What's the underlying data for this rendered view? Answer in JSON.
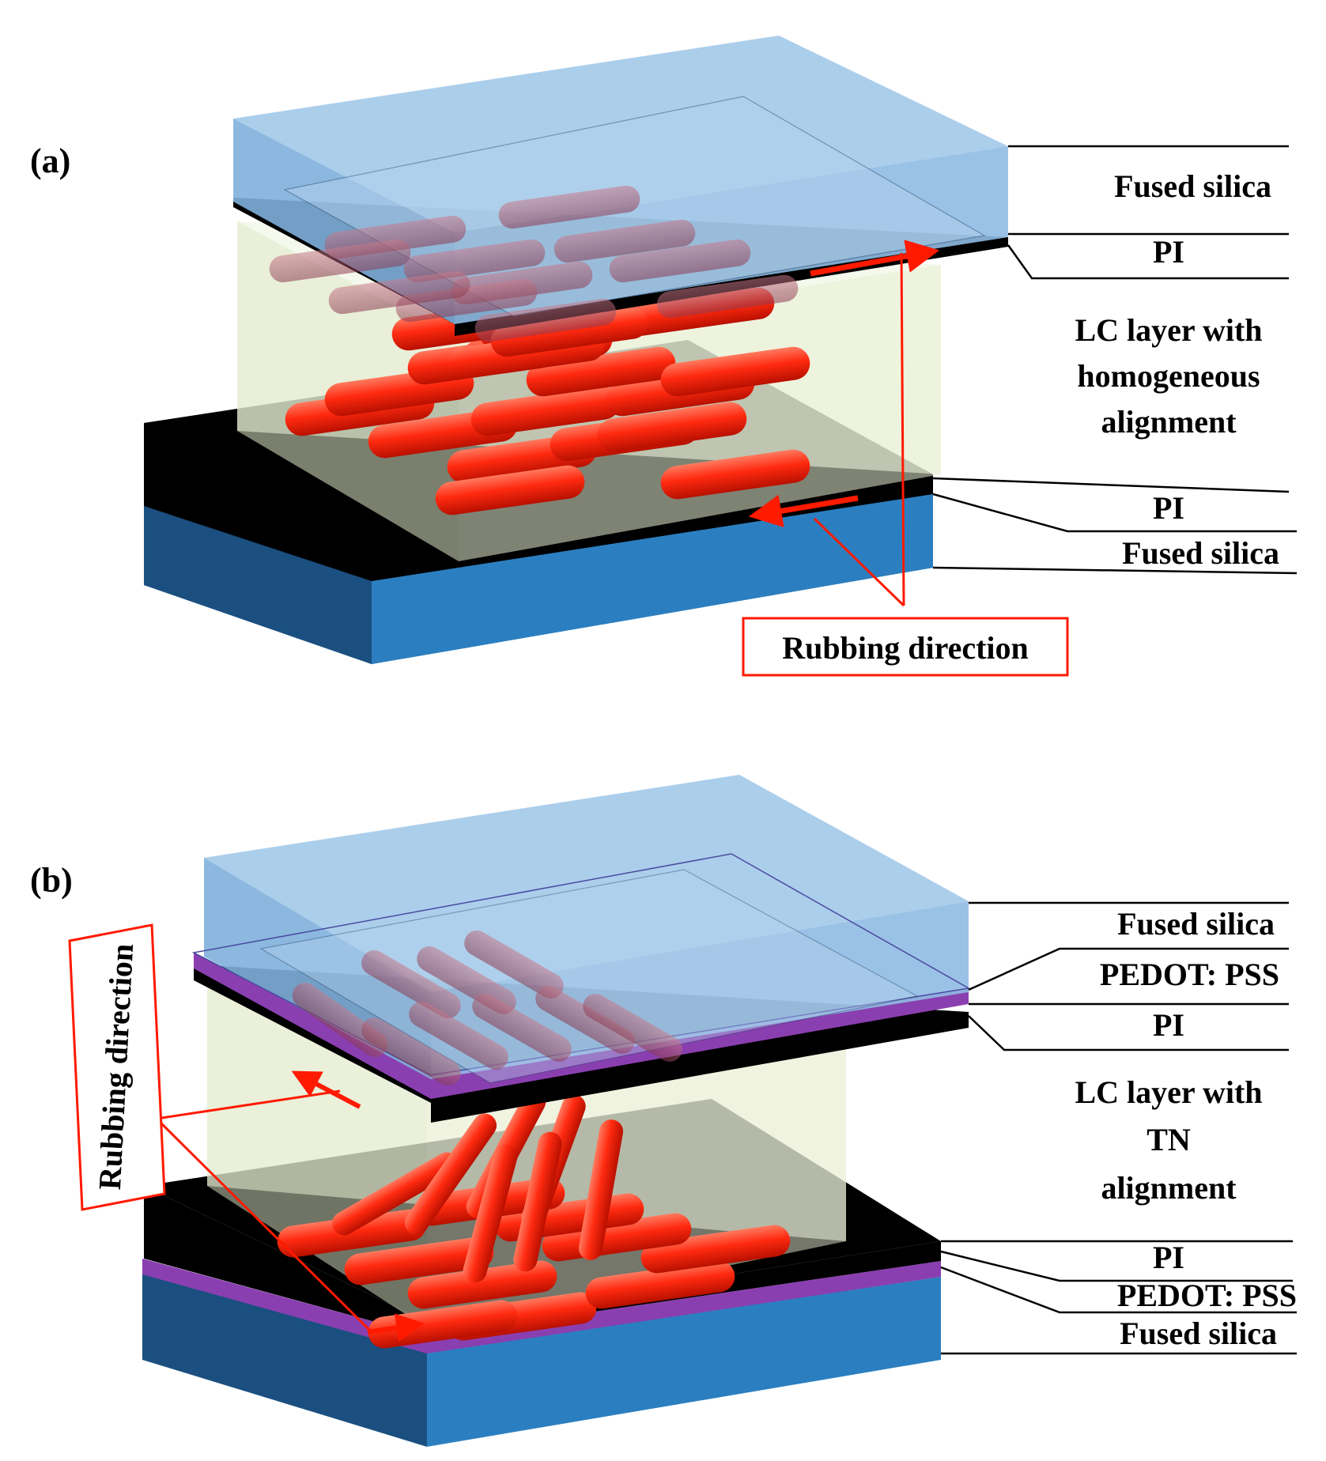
{
  "colors": {
    "glass_top": "#9ec5e8",
    "glass_side_light": "#7fb0dd",
    "substrate_top": "#2b7fc0",
    "substrate_side": "#1f5f96",
    "pi_layer": "#000000",
    "pedot_layer": "#8a3fb0",
    "lc_volume": "#eef3df",
    "molecule": "#ff2a10",
    "arrow": "#ff1a00"
  },
  "panel_a": {
    "label": "(a)",
    "layers_right": {
      "fused_silica_top": "Fused silica",
      "pi_top": "PI",
      "lc_line1": "LC layer with",
      "lc_line2": "homogeneous",
      "lc_line3": "alignment",
      "pi_bottom": "PI",
      "fused_silica_bottom": "Fused silica"
    },
    "rubbing_label": "Rubbing direction"
  },
  "panel_b": {
    "label": "(b)",
    "layers_right": {
      "fused_silica_top": "Fused silica",
      "pedot_top": "PEDOT: PSS",
      "pi_top": "PI",
      "lc_line1": "LC layer with",
      "lc_line2": "TN",
      "lc_line3": "alignment",
      "pi_bottom": "PI",
      "pedot_bottom": "PEDOT: PSS",
      "fused_silica_bottom": "Fused silica"
    },
    "rubbing_label": "Rubbing direction"
  }
}
